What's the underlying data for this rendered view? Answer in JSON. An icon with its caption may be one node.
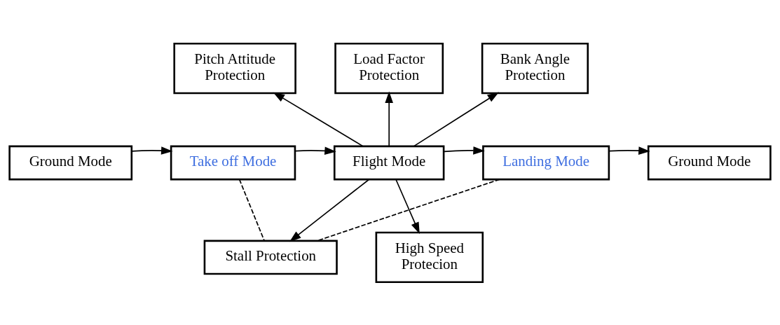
{
  "diagram": {
    "nodes": [
      {
        "text": [
          "Pitch Attitude Protection"
        ]
      },
      {
        "text": [
          "Load Factor Protection"
        ]
      },
      {
        "text": [
          "Bank Angle Protection"
        ]
      },
      {
        "text": [
          "Ground Mode"
        ]
      },
      {
        "text": [
          "Take off Mode"
        ]
      },
      {
        "text": [
          "Flight Mode"
        ]
      },
      {
        "text": [
          "Landing Mode"
        ]
      },
      {
        "text": [
          "Ground Mode"
        ]
      },
      {
        "text": [
          "Stall Protection"
        ]
      },
      {
        "text": [
          "High Speed Protecion"
        ]
      }
    ],
    "edges": [
      {
        "from": 3,
        "to": 4,
        "arrow": "to"
      },
      {
        "from": 4,
        "to": 5,
        "arrow": "to"
      },
      {
        "from": 5,
        "to": 6,
        "arrow": "to"
      },
      {
        "from": 6,
        "to": 7,
        "arrow": "to"
      },
      {
        "from": 5,
        "to": 0,
        "arrow": "to"
      },
      {
        "from": 5,
        "to": 1,
        "arrow": "to"
      },
      {
        "from": 5,
        "to": 2,
        "arrow": "to"
      },
      {
        "from": 5,
        "to": 8,
        "arrow": "to"
      },
      {
        "from": 5,
        "to": 9,
        "arrow": "to"
      },
      {
        "from": 4,
        "to": 8,
        "arrow": "none",
        "style": "dashed"
      },
      {
        "from": 6,
        "to": 8,
        "arrow": "none",
        "style": "dashed"
      }
    ]
  }
}
